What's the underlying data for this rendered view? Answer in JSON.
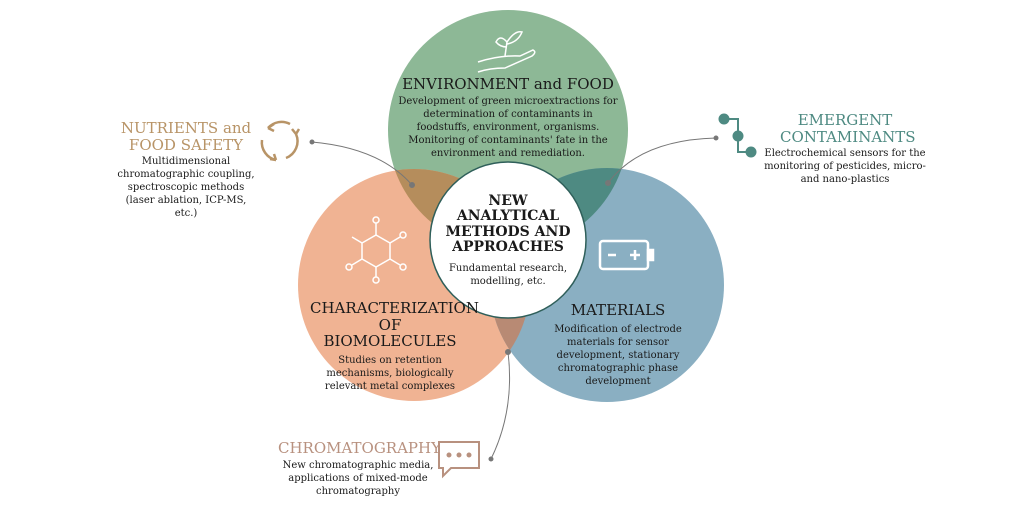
{
  "center": {
    "title": "NEW ANALYTICAL METHODS AND APPROACHES",
    "description": "Fundamental research, modelling, etc."
  },
  "environment": {
    "title": "ENVIRONMENT and FOOD",
    "description": "Development of green microextractions for determination of contaminants in foodstuffs, environment, organisms. Monitoring of contaminants' fate in the environment and remediation.",
    "icon": "hand-plant-icon"
  },
  "biomolecules": {
    "title": "CHARACTERIZATION OF BIOMOLECULES",
    "description": "Studies on retention mechanisms, biologically relevant metal complexes",
    "icon": "molecule-icon"
  },
  "materials": {
    "title": "MATERIALS",
    "description": "Modification of electrode materials for sensor development, stationary chromatographic phase development",
    "icon": "battery-icon"
  },
  "nutrients": {
    "title": "NUTRIENTS and FOOD SAFETY",
    "description": "Multidimensional chromatographic coupling, spectroscopic methods (laser ablation, ICP-MS, etc.)",
    "icon": "recycle-arrows-icon"
  },
  "emergent": {
    "title": "EMERGENT CONTAMINANTS",
    "description": "Electrochemical sensors for the monitoring of pesticides, micro- and nano-plastics",
    "icon": "node-path-icon"
  },
  "chromatography": {
    "title": "CHROMATOGRAPHY",
    "description": "New chromatographic media, applications of mixed-mode chromatography",
    "icon": "chat-bubble-icon"
  },
  "colors": {
    "green": "#8db896",
    "salmon": "#f0b393",
    "blue": "#8aafc2",
    "green_salmon": "#b58d5c",
    "green_blue": "#4e8a82",
    "salmon_blue": "#b88a74"
  }
}
